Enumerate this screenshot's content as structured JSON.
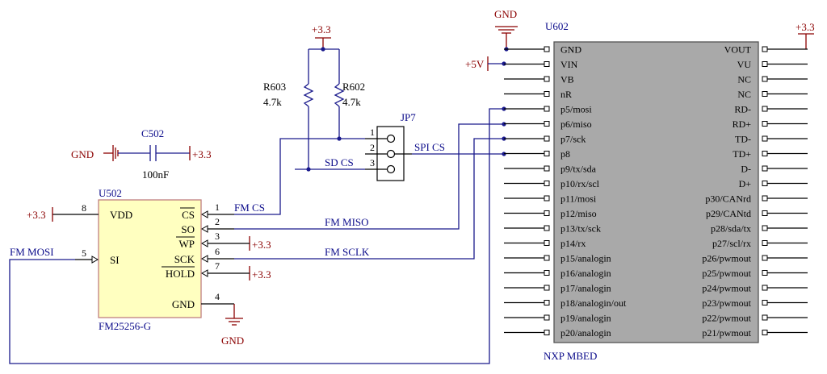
{
  "power": {
    "p33": "+3.3",
    "p5v": "+5V",
    "gnd": "GND"
  },
  "c502": {
    "ref": "C502",
    "value": "100nF"
  },
  "r603": {
    "ref": "R603",
    "value": "4.7k"
  },
  "r602": {
    "ref": "R602",
    "value": "4.7k"
  },
  "jp7": {
    "ref": "JP7",
    "pins": [
      "1",
      "2",
      "3"
    ]
  },
  "u502": {
    "ref": "U502",
    "part": "FM25256-G",
    "left_pins": [
      {
        "num": "8",
        "name": "VDD"
      },
      {
        "num": "5",
        "name": "SI"
      }
    ],
    "right_pins": [
      {
        "num": "1",
        "name": "CS"
      },
      {
        "num": "2",
        "name": "SO"
      },
      {
        "num": "3",
        "name": "WP"
      },
      {
        "num": "6",
        "name": "SCK"
      },
      {
        "num": "7",
        "name": "HOLD"
      },
      {
        "num": "4",
        "name": "GND"
      }
    ]
  },
  "u602": {
    "ref": "U602",
    "part": "NXP MBED",
    "left_pins": [
      "GND",
      "VIN",
      "VB",
      "nR",
      "p5/mosi",
      "p6/miso",
      "p7/sck",
      "p8",
      "p9/tx/sda",
      "p10/rx/scl",
      "p11/mosi",
      "p12/miso",
      "p13/tx/sck",
      "p14/rx",
      "p15/analogin",
      "p16/analogin",
      "p17/analogin",
      "p18/analogin/out",
      "p19/analogin",
      "p20/analogin"
    ],
    "right_pins": [
      "VOUT",
      "VU",
      "NC",
      "NC",
      "RD-",
      "RD+",
      "TD-",
      "TD+",
      "D-",
      "D+",
      "p30/CANrd",
      "p29/CANtd",
      "p28/sda/tx",
      "p27/scl/rx",
      "p26/pwmout",
      "p25/pwmout",
      "p24/pwmout",
      "p23/pwmout",
      "p22/pwmout",
      "p21/pwmout"
    ]
  },
  "nets": {
    "fm_cs": "FM CS",
    "fm_miso": "FM MISO",
    "fm_sclk": "FM SCLK",
    "fm_mosi": "FM MOSI",
    "sd_cs": "SD CS",
    "spi_cs": "SPI CS"
  },
  "colors": {
    "wire": "#1a1a8c",
    "power": "#8b0000",
    "ic_fill": "#ffffc0",
    "ic_border": "#c08080",
    "mbed_fill": "#a9a9a9"
  }
}
